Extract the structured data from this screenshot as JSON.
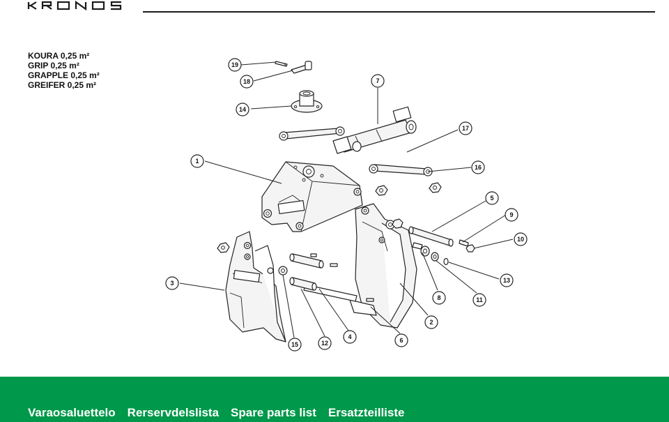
{
  "brand": {
    "logo_text": "KRONOS"
  },
  "titles": [
    "KOURA 0,25 m²",
    "GRIP 0,25 m²",
    "GRAPPLE 0,25 m²",
    "GREIFER 0,25 m²"
  ],
  "callouts": [
    "1",
    "2",
    "3",
    "4",
    "5",
    "6",
    "7",
    "8",
    "9",
    "10",
    "11",
    "12",
    "13",
    "14",
    "15",
    "16",
    "17",
    "18",
    "19"
  ],
  "footer": {
    "items": [
      "Varaosaluettelo",
      "Rerservdelslista",
      "Spare parts list",
      "Ersatzteilliste"
    ]
  },
  "colors": {
    "footer_green": "#00984a",
    "text": "#111111"
  }
}
